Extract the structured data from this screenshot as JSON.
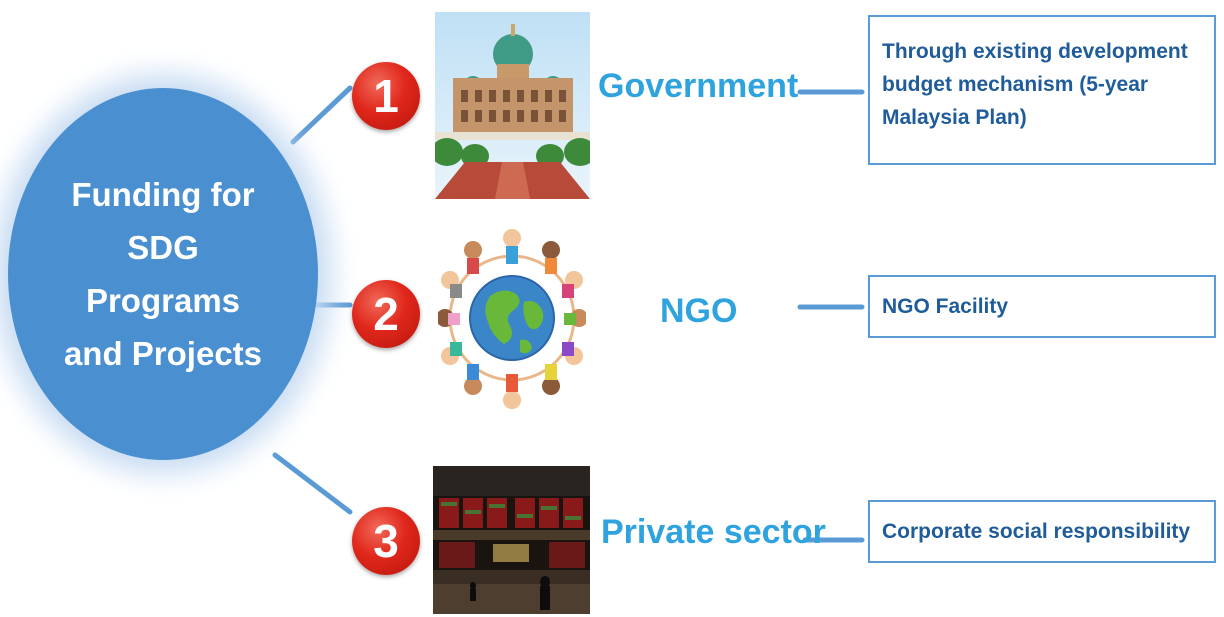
{
  "hub": {
    "title": "Funding for\nSDG\nPrograms\nand Projects",
    "color": "#4a8fd0"
  },
  "branches": [
    {
      "number": "1",
      "image": "prime-minister-office-building-photo",
      "source": "Government",
      "mechanism": "Through existing development budget mechanism (5-year Malaysia Plan)"
    },
    {
      "number": "2",
      "image": "people-holding-hands-around-globe-illustration",
      "source": "NGO",
      "mechanism": "NGO Facility"
    },
    {
      "number": "3",
      "image": "stock-exchange-trading-hall-photo",
      "source": "Private sector",
      "mechanism": "Corporate social responsibility"
    }
  ],
  "colors": {
    "badge": "#e0271b",
    "source_text": "#2fa3de",
    "box_border": "#5b9bd5",
    "box_text": "#1f5c99",
    "connector": "#5b9bd5"
  }
}
